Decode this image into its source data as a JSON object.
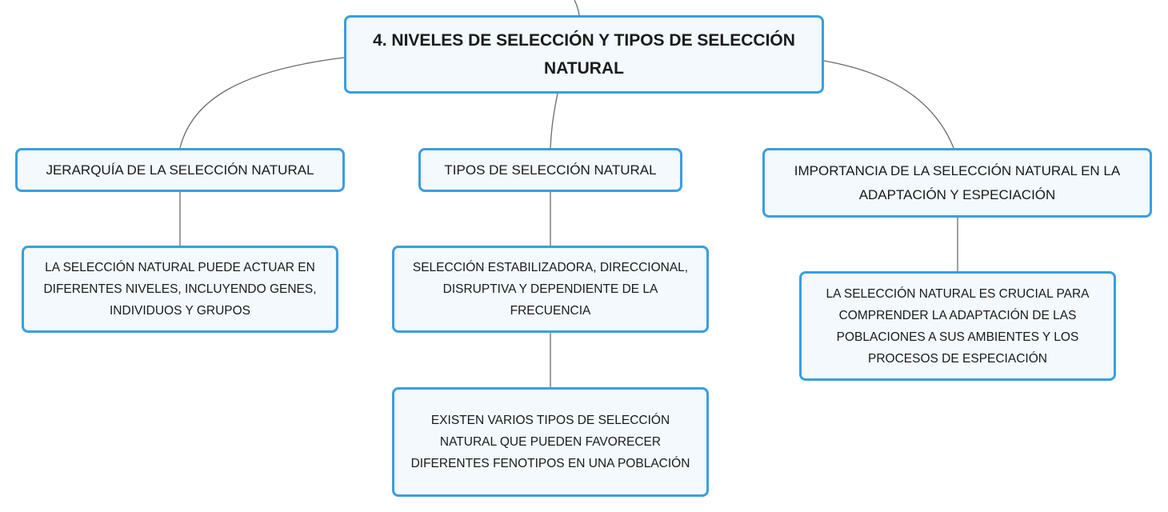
{
  "root": {
    "title": "4. NIVELES DE SELECCIÓN Y TIPOS DE SELECCIÓN NATURAL"
  },
  "branches": [
    {
      "label": "JERARQUÍA DE LA SELECCIÓN NATURAL",
      "children": [
        "LA SELECCIÓN NATURAL PUEDE ACTUAR EN DIFERENTES NIVELES, INCLUYENDO GENES, INDIVIDUOS Y GRUPOS"
      ]
    },
    {
      "label": "TIPOS DE SELECCIÓN NATURAL",
      "children": [
        "SELECCIÓN ESTABILIZADORA, DIRECCIONAL, DISRUPTIVA Y DEPENDIENTE DE LA FRECUENCIA",
        "EXISTEN VARIOS TIPOS DE SELECCIÓN NATURAL QUE PUEDEN FAVORECER DIFERENTES FENOTIPOS EN UNA POBLACIÓN"
      ]
    },
    {
      "label": "IMPORTANCIA DE LA SELECCIÓN NATURAL EN LA ADAPTACIÓN Y ESPECIACIÓN",
      "children": [
        "LA SELECCIÓN NATURAL ES CRUCIAL PARA COMPRENDER LA ADAPTACIÓN DE LAS POBLACIONES A SUS AMBIENTES Y LOS PROCESOS DE ESPECIACIÓN"
      ]
    }
  ],
  "colors": {
    "node_border": "#3a9ee0",
    "node_fill": "#f3f9fd",
    "connector": "#6b6b6b",
    "text": "#1a1a1a"
  }
}
